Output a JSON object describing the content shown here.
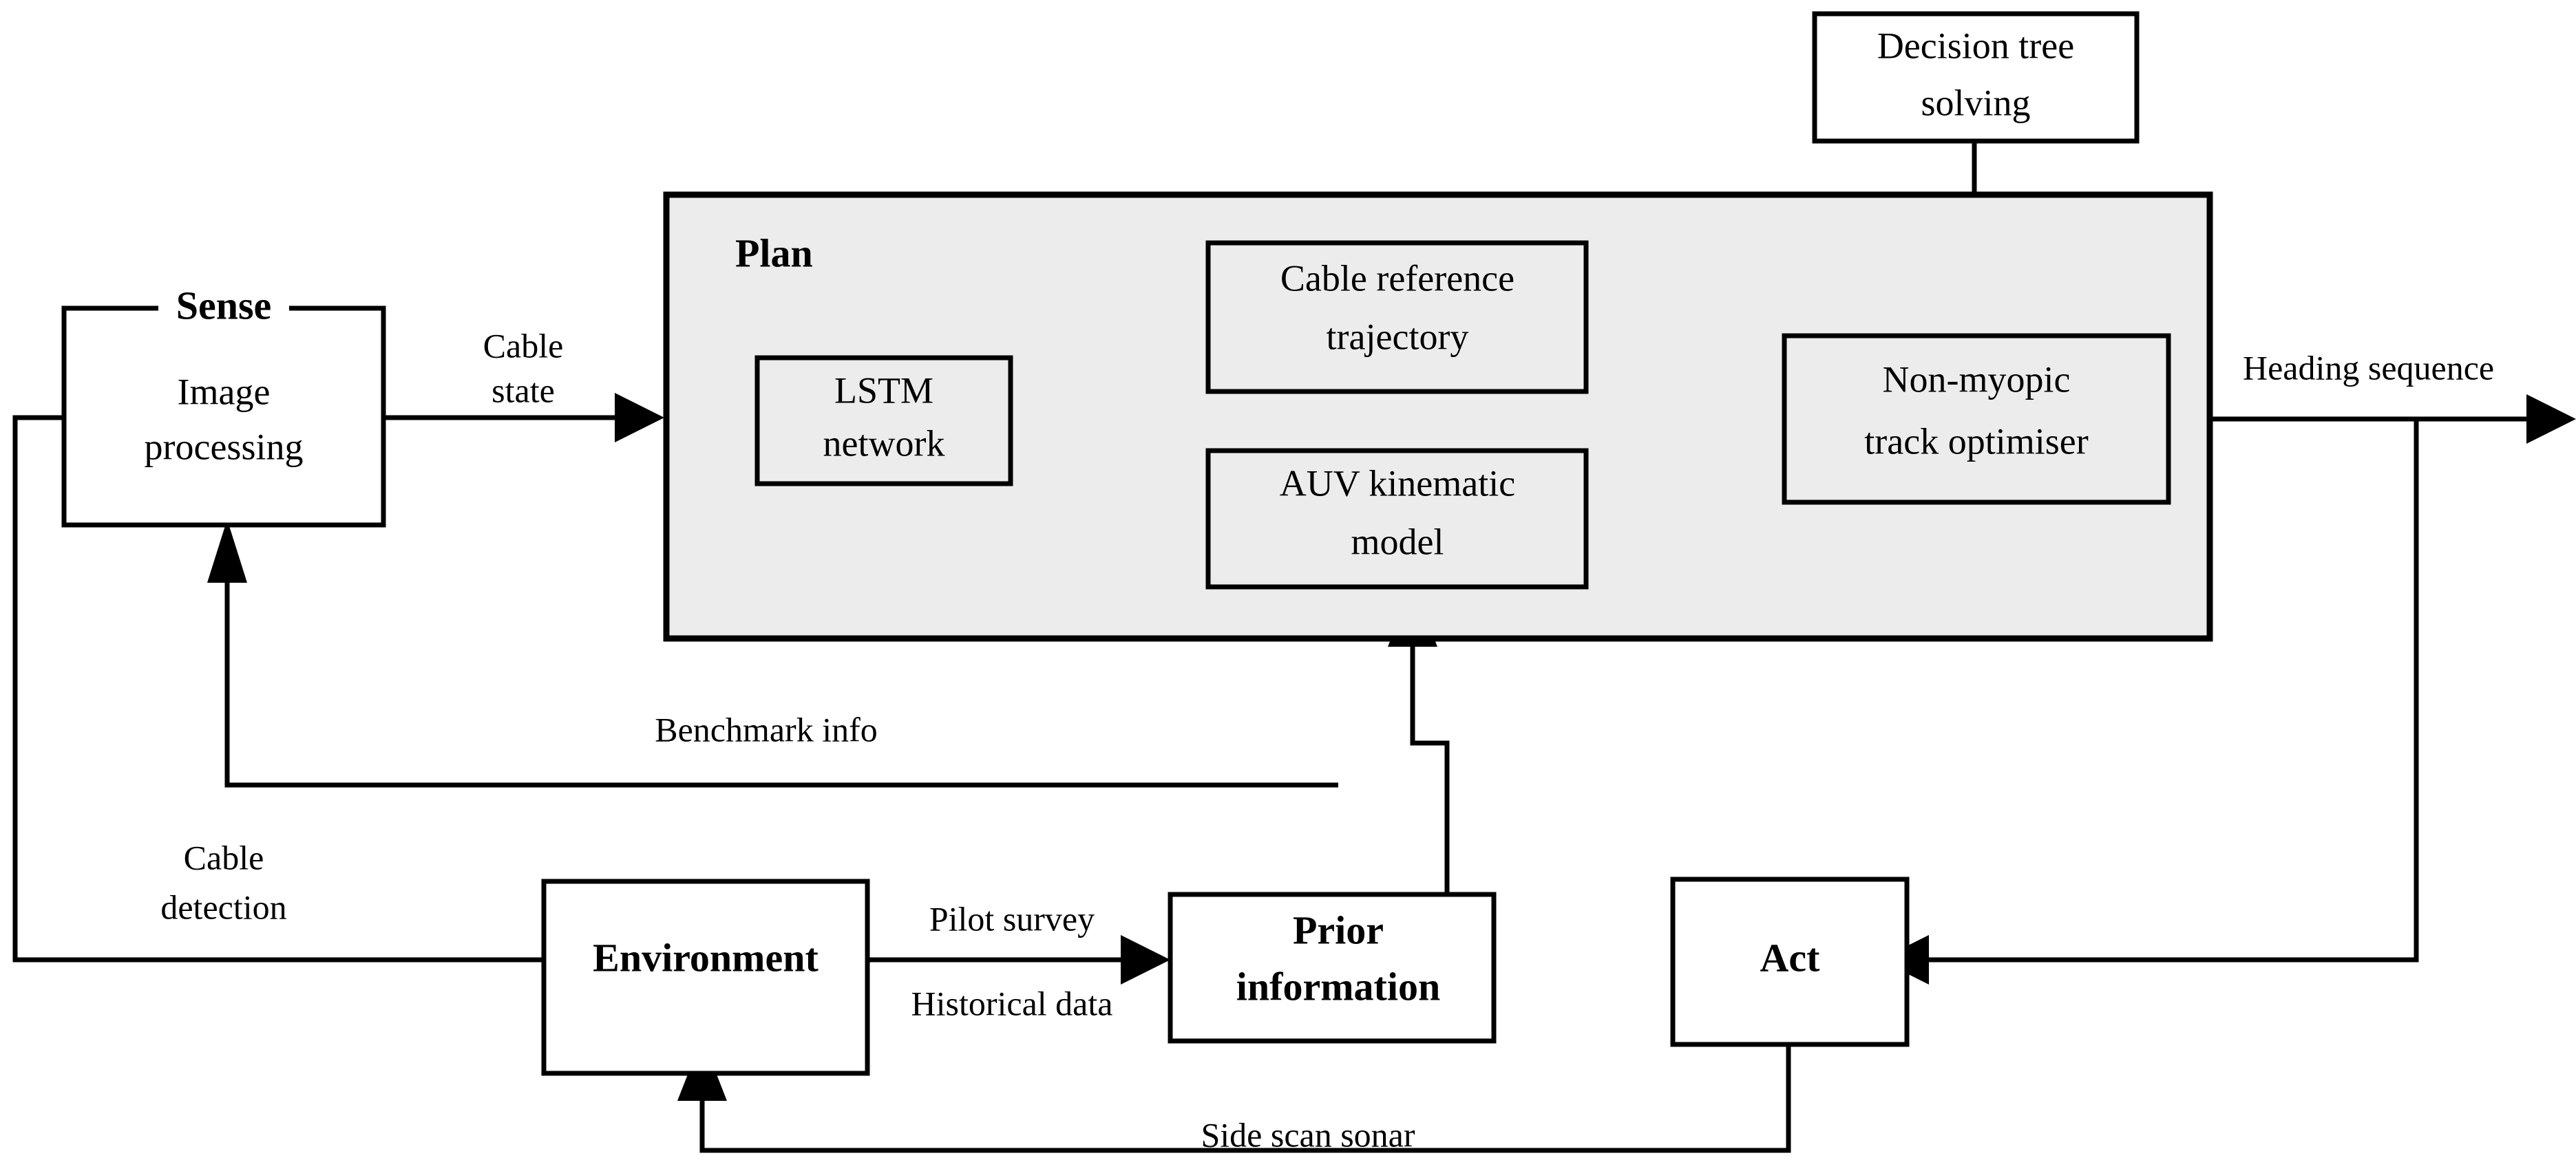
{
  "diagram": {
    "title": "AUV cable tracking sense-plan-act architecture",
    "colors": {
      "panel_fill": "#ececec",
      "node_fill_white": "#ffffff",
      "node_fill_gray": "#ececec",
      "stroke": "#000000",
      "background": "#ffffff"
    },
    "panel": {
      "label": "Plan"
    },
    "nodes": {
      "sense_title": "Sense",
      "sense_body_line1": "Image",
      "sense_body_line2": "processing",
      "lstm_line1": "LSTM",
      "lstm_line2": "network",
      "cable_ref_line1": "Cable reference",
      "cable_ref_line2": "trajectory",
      "auv_line1": "AUV kinematic",
      "auv_line2": "model",
      "optimiser_line1": "Non-myopic",
      "optimiser_line2": "track optimiser",
      "decision_line1": "Decision tree",
      "decision_line2": "solving",
      "environment": "Environment",
      "prior_line1": "Prior",
      "prior_line2": "information",
      "act": "Act"
    },
    "edge_labels": {
      "cable_state_line1": "Cable",
      "cable_state_line2": "state",
      "heading_sequence": "Heading sequence",
      "benchmark_info": "Benchmark   info",
      "cable_detection_line1": "Cable",
      "cable_detection_line2": "detection",
      "pilot_survey": "Pilot  survey",
      "historical_data": "Historical  data",
      "side_scan_sonar": "Side scan sonar"
    }
  },
  "chart_data": {
    "type": "diagram",
    "title": "AUV cable tracking sense-plan-act architecture",
    "nodes": [
      {
        "id": "sense",
        "label": "Sense / Image processing",
        "group": "top-level"
      },
      {
        "id": "plan",
        "label": "Plan",
        "group": "container"
      },
      {
        "id": "lstm",
        "label": "LSTM network",
        "group": "plan"
      },
      {
        "id": "cable_ref",
        "label": "Cable reference trajectory",
        "group": "plan"
      },
      {
        "id": "auv",
        "label": "AUV kinematic model",
        "group": "plan"
      },
      {
        "id": "optimiser",
        "label": "Non-myopic track optimiser",
        "group": "plan"
      },
      {
        "id": "decision",
        "label": "Decision tree solving",
        "group": "external"
      },
      {
        "id": "environment",
        "label": "Environment",
        "group": "bottom"
      },
      {
        "id": "prior",
        "label": "Prior information",
        "group": "bottom"
      },
      {
        "id": "act",
        "label": "Act",
        "group": "top-level"
      }
    ],
    "edges": [
      {
        "from": "sense",
        "to": "plan",
        "label": "Cable state"
      },
      {
        "from": "lstm",
        "to": "cable_ref",
        "label": ""
      },
      {
        "from": "lstm",
        "to": "auv",
        "label": ""
      },
      {
        "from": "cable_ref",
        "to": "optimiser",
        "label": ""
      },
      {
        "from": "auv",
        "to": "optimiser",
        "label": ""
      },
      {
        "from": "decision",
        "to": "optimiser",
        "label": ""
      },
      {
        "from": "optimiser",
        "to": "act",
        "label": "Heading sequence"
      },
      {
        "from": "prior",
        "to": "sense",
        "label": "Benchmark info"
      },
      {
        "from": "prior",
        "to": "auv",
        "label": ""
      },
      {
        "from": "environment",
        "to": "sense",
        "label": "Cable detection"
      },
      {
        "from": "environment",
        "to": "prior",
        "label": "Pilot survey / Historical data"
      },
      {
        "from": "act",
        "to": "environment",
        "label": "Side scan sonar"
      }
    ]
  }
}
